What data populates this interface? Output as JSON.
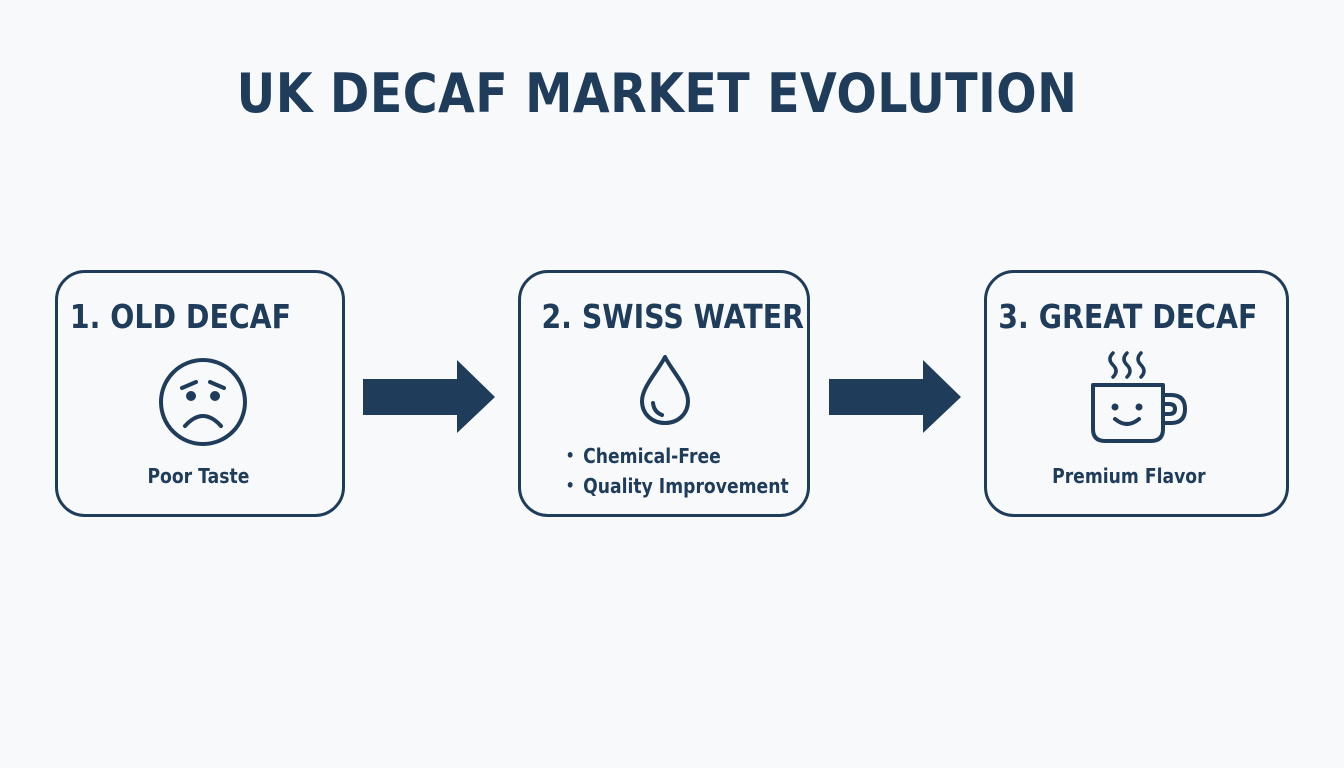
{
  "title": "UK DECAF MARKET EVOLUTION",
  "colors": {
    "primary": "#1f3c5a",
    "background": "#f7f9fa"
  },
  "steps": [
    {
      "heading": "1. OLD DECAF",
      "icon": "sad-face-icon",
      "caption": "Poor Taste"
    },
    {
      "heading": "2. SWISS WATER",
      "icon": "water-drop-icon",
      "bullets": [
        "Chemical-Free",
        "Quality Improvement"
      ]
    },
    {
      "heading": "3. GREAT DECAF",
      "icon": "happy-coffee-cup-icon",
      "caption": "Premium Flavor"
    }
  ],
  "connectors": [
    {
      "icon": "right-arrow-icon"
    },
    {
      "icon": "right-arrow-icon"
    }
  ]
}
